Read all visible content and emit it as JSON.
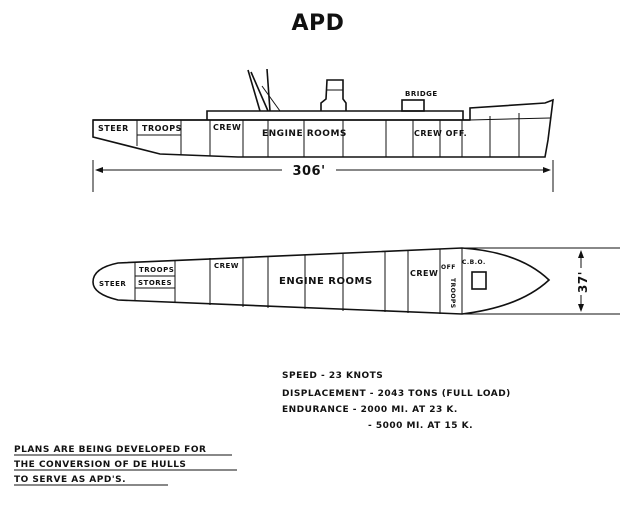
{
  "title": "APD",
  "profile": {
    "labels": {
      "steer": "STEER",
      "troops": "TROOPS",
      "crew_aft": "CREW",
      "engine_rooms": "ENGINE ROOMS",
      "crew_off": "CREW OFF.",
      "bridge": "BRIDGE"
    },
    "length": "306'"
  },
  "plan": {
    "labels": {
      "steer": "STEER",
      "troops": "TROOPS",
      "stores": "STORES",
      "crew_aft": "CREW",
      "engine_rooms": "ENGINE ROOMS",
      "crew_fwd": "CREW",
      "off": "OFF",
      "cbo": "C.B.O.",
      "troops_fwd": "TROOPS"
    },
    "beam": "37'"
  },
  "specs": [
    "SPEED - 23 KNOTS",
    "DISPLACEMENT - 2043 TONS (FULL LOAD)",
    "ENDURANCE  - 2000 MI. AT 23 K.",
    "- 5000 MI. AT 15 K."
  ],
  "note": [
    "PLANS ARE BEING DEVELOPED FOR",
    "THE CONVERSION OF DE HULLS",
    "TO SERVE AS APD'S."
  ]
}
